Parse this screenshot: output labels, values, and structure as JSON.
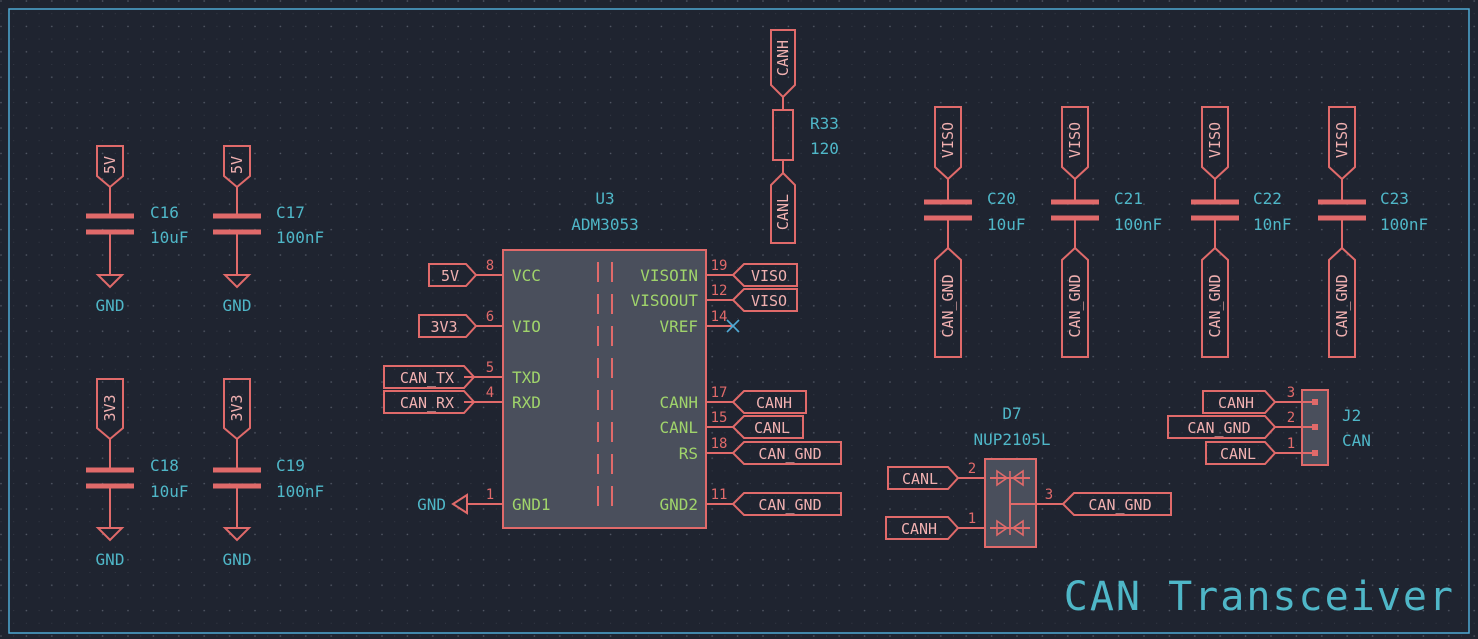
{
  "title_block": {
    "sheet_title": "CAN Transceiver"
  },
  "colors": {
    "background": "#1f2430",
    "frame": "#4fa9d4",
    "wire": "#e06a6a",
    "reference_text": "#4fb7c8",
    "pin_name_text": "#a0d46b",
    "net_label_text": "#f0b0b0",
    "ic_fill": "#4a4f5c"
  },
  "power_symbols": {
    "c16_top": "5V",
    "c17_top": "5V",
    "c18_top": "3V3",
    "c19_top": "3V3",
    "c16_gnd": "GND",
    "c17_gnd": "GND",
    "c18_gnd": "GND",
    "c19_gnd": "GND",
    "u3_gnd": "GND"
  },
  "capacitors": [
    {
      "ref": "C16",
      "value": "10uF"
    },
    {
      "ref": "C17",
      "value": "100nF"
    },
    {
      "ref": "C18",
      "value": "10uF"
    },
    {
      "ref": "C19",
      "value": "100nF"
    },
    {
      "ref": "C20",
      "value": "10uF"
    },
    {
      "ref": "C21",
      "value": "100nF"
    },
    {
      "ref": "C22",
      "value": "10nF"
    },
    {
      "ref": "C23",
      "value": "100nF"
    }
  ],
  "iso_cap_labels": {
    "top": "VISO",
    "bottom": "CAN_GND"
  },
  "resistor": {
    "ref": "R33",
    "value": "120",
    "top_label": "CANH",
    "bottom_label": "CANL"
  },
  "u3": {
    "ref": "U3",
    "value": "ADM3053",
    "pins": [
      {
        "name": "VCC",
        "num": "8",
        "net": "5V"
      },
      {
        "name": "VIO",
        "num": "6",
        "net": "3V3"
      },
      {
        "name": "TXD",
        "num": "5",
        "net": "CAN_TX"
      },
      {
        "name": "RXD",
        "num": "4",
        "net": "CAN_RX"
      },
      {
        "name": "GND1",
        "num": "1",
        "net": "GND"
      },
      {
        "name": "VISOIN",
        "num": "19",
        "net": "VISO"
      },
      {
        "name": "VISOOUT",
        "num": "12",
        "net": "VISO"
      },
      {
        "name": "VREF",
        "num": "14",
        "net": ""
      },
      {
        "name": "CANH",
        "num": "17",
        "net": "CANH"
      },
      {
        "name": "CANL",
        "num": "15",
        "net": "CANL"
      },
      {
        "name": "RS",
        "num": "18",
        "net": "CAN_GND"
      },
      {
        "name": "GND2",
        "num": "11",
        "net": "CAN_GND"
      }
    ]
  },
  "d7": {
    "ref": "D7",
    "value": "NUP2105L",
    "pins": [
      {
        "num": "2",
        "net": "CANL"
      },
      {
        "num": "1",
        "net": "CANH"
      },
      {
        "num": "3",
        "net": "CAN_GND"
      }
    ]
  },
  "j2": {
    "ref": "J2",
    "value": "CAN",
    "pins": [
      {
        "num": "3",
        "net": "CANH"
      },
      {
        "num": "2",
        "net": "CAN_GND"
      },
      {
        "num": "1",
        "net": "CANL"
      }
    ]
  }
}
